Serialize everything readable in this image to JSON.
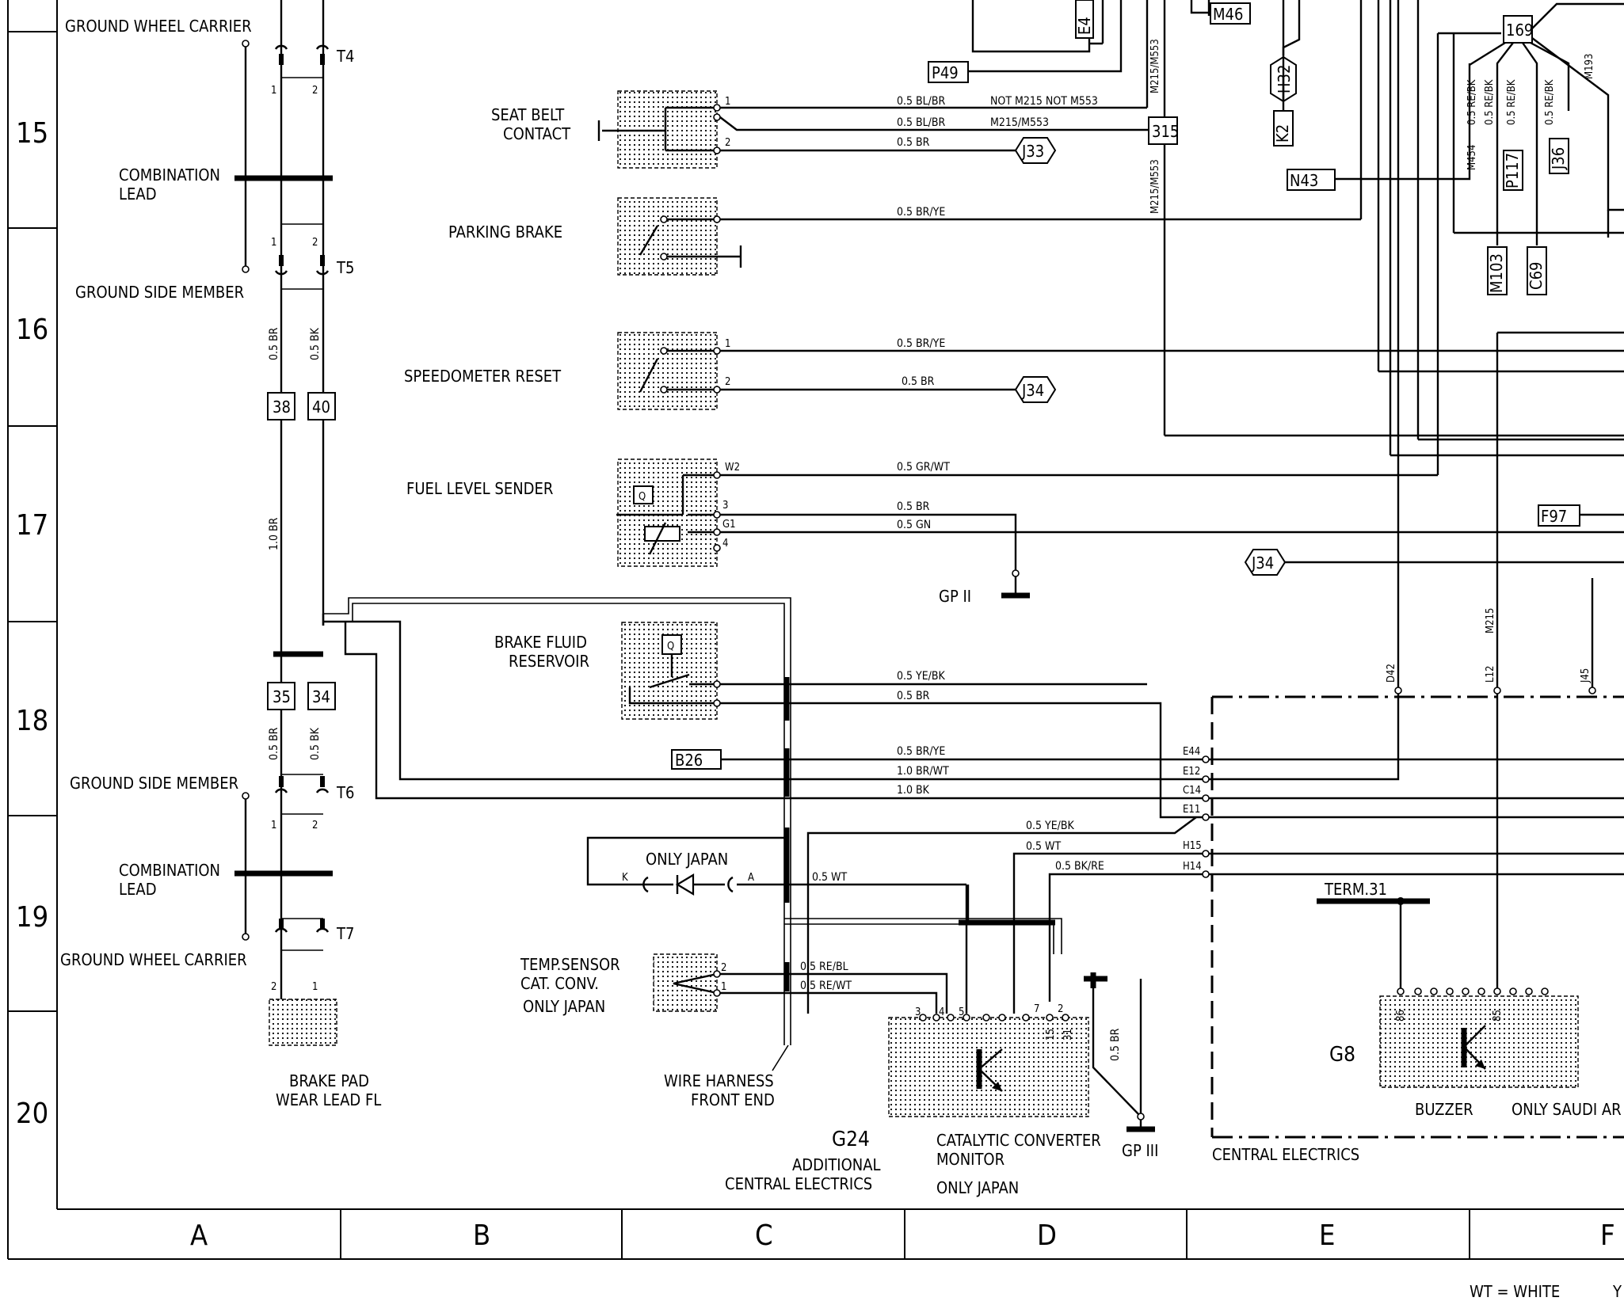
{
  "row_numbers": [
    "15",
    "16",
    "17",
    "18",
    "19",
    "20"
  ],
  "column_letters": [
    "A",
    "B",
    "C",
    "D",
    "E",
    "F"
  ],
  "legend_text": "WT = WHITE",
  "legend_clip": "Y",
  "ground_labels": {
    "wheel_carrier_top": "GROUND WHEEL CARRIER",
    "side_member_top": "GROUND SIDE MEMBER",
    "side_member_bottom": "GROUND SIDE MEMBER",
    "wheel_carrier_bottom": "GROUND WHEEL CARRIER"
  },
  "combination_lead": {
    "line1": "COMBINATION",
    "line2": "LEAD"
  },
  "terminals": [
    "T4",
    "T5",
    "T6",
    "T7"
  ],
  "connectors_a": [
    "38",
    "40",
    "35",
    "34"
  ],
  "harness_wires": {
    "br_upper": "0.5 BR",
    "bk_upper": "0.5 BK",
    "br_mid": "1.0 BR",
    "br_lower": "0.5 BR",
    "bk_lower": "0.5 BK"
  },
  "pin_numbers": {
    "one": "1",
    "two": "2"
  },
  "brake_pad": {
    "line1": "BRAKE PAD",
    "line2": "WEAR LEAD FL"
  },
  "components": {
    "seat_belt": {
      "line1": "SEAT BELT",
      "line2": "CONTACT"
    },
    "parking_brake": "PARKING BRAKE",
    "speedometer_reset": "SPEEDOMETER RESET",
    "fuel_level_sender": "FUEL LEVEL SENDER",
    "brake_fluid": {
      "line1": "BRAKE FLUID",
      "line2": "RESERVOIR"
    },
    "only_japan": "ONLY JAPAN",
    "temp_sensor": {
      "line1": "TEMP.SENSOR",
      "line2": "CAT. CONV.",
      "line3": "ONLY JAPAN"
    },
    "wire_harness": {
      "line1": "WIRE HARNESS",
      "line2": "FRONT END"
    },
    "g24": {
      "code": "G24",
      "line1": "ADDITIONAL",
      "line2": "CENTRAL ELECTRICS"
    },
    "cat_monitor": {
      "line1": "CATALYTIC CONVERTER",
      "line2": "MONITOR",
      "line3": "ONLY JAPAN"
    },
    "central_electrics": "CENTRAL ELECTRICS",
    "g8": "G8",
    "buzzer": "BUZZER",
    "only_saudi": "ONLY SAUDI AR",
    "term31": "TERM.31",
    "gp2": "GP II",
    "gp3": "GP III"
  },
  "wire_labels": {
    "seat1": "0.5 BL/BR",
    "seat1_note": "NOT M215 NOT M553",
    "seat2": "0.5 BL/BR",
    "seat2_note": "M215/M553",
    "seat3": "0.5 BR",
    "park": "0.5 BR/YE",
    "speedo1": "0.5 BR/YE",
    "speedo2": "0.5 BR",
    "fuel_w2": "0.5 GR/WT",
    "fuel_3": "0.5 BR",
    "fuel_g1": "0.5 GN",
    "brake1": "0.5 YE/BK",
    "brake2": "0.5 BR",
    "b26": "0.5 BR/YE",
    "e12": "1.0 BR/WT",
    "c14": "1.0 BK",
    "e11": "0.5 YE/BK",
    "h15": "0.5 WT",
    "h14": "0.5 BK/RE",
    "japan": "0.5 WT",
    "temp1": "0.5 RE/BL",
    "temp2": "0.5 RE/WT",
    "gp3_wire": "0.5 BR",
    "m215_v": "M215/M553",
    "m215_v2": "M215/M553",
    "m454": "M454",
    "re_bk1": "0.5 RE/BK",
    "re_bk2": "0.5 RE/BK",
    "re_bk3": "0.5 RE/BK",
    "re_bk4": "0.5 RE/BK",
    "m193": "M193",
    "m215": "M215"
  },
  "refs": {
    "p49": "P49",
    "m46": "M46",
    "e4": "E4",
    "h32": "H32",
    "k2": "K2",
    "n43": "N43",
    "j33": "J33",
    "j34a": "J34",
    "j34b": "J34",
    "j36": "J36",
    "p117": "P117",
    "m103": "M103",
    "c69": "C69",
    "f97": "F97",
    "b26": "B26",
    "c315": "315",
    "c169": "169"
  },
  "pin_labels": {
    "w2": "W2",
    "p3": "3",
    "g1": "G1",
    "p4": "4",
    "k": "K",
    "a": "A",
    "e44": "E44",
    "e12": "E12",
    "c14": "C14",
    "e11": "E11",
    "h15": "H15",
    "h14": "H14",
    "d42": "D42",
    "l12": "L12",
    "j45": "J45",
    "g24_3": "3",
    "g24_4": "4",
    "g24_5": "5",
    "g24_7": "7",
    "g24_2": "2",
    "g24_15": "15",
    "g24_31": "31",
    "g8_86": "86",
    "g8_85": "85"
  }
}
